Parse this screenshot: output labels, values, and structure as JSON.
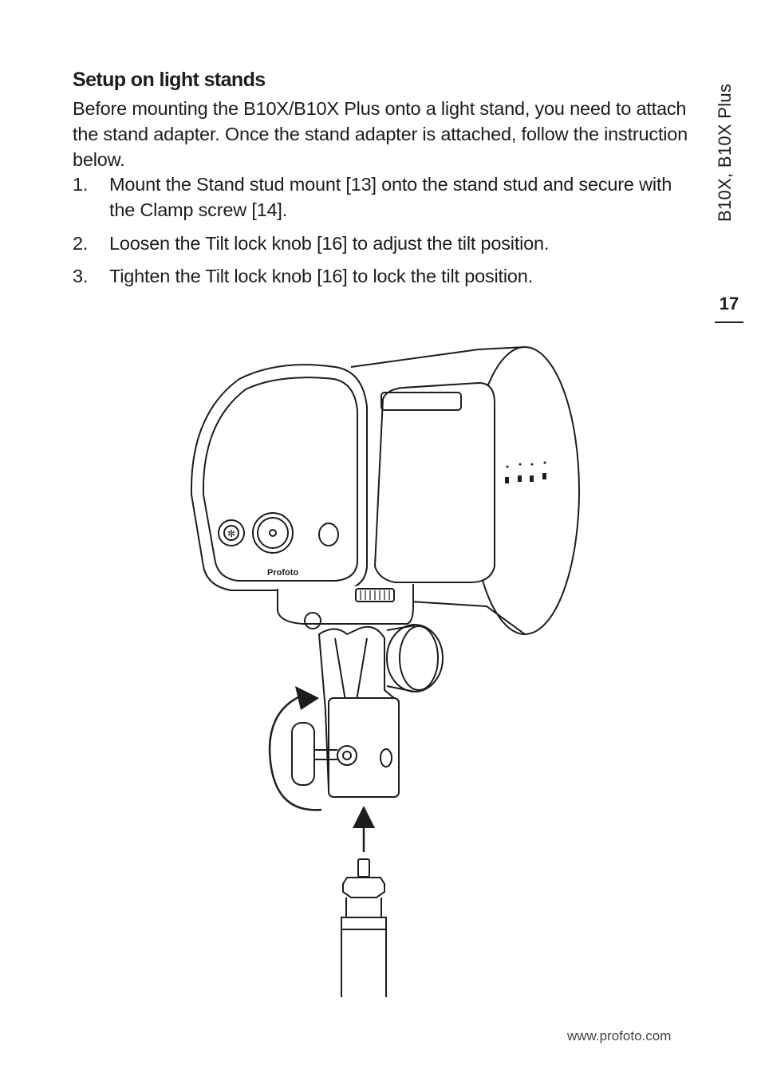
{
  "heading": "Setup on light stands",
  "intro": "Before mounting the B10X/B10X Plus onto a light stand, you need to attach the stand adapter. Once the stand adapter is attached, follow the instruction below.",
  "steps": [
    {
      "number": "1.",
      "text": "Mount the Stand stud mount [13] onto the stand stud and secure with the Clamp screw [14]."
    },
    {
      "number": "2.",
      "text": "Loosen the Tilt lock knob [16] to adjust the tilt position."
    },
    {
      "number": "3.",
      "text": "Tighten the Tilt lock knob [16] to lock the tilt position."
    }
  ],
  "sidebar": {
    "title": "B10X, B10X Plus",
    "page_number": "17"
  },
  "illustration": {
    "brand_mark": "Profoto"
  },
  "footer": {
    "url": "www.profoto.com"
  }
}
